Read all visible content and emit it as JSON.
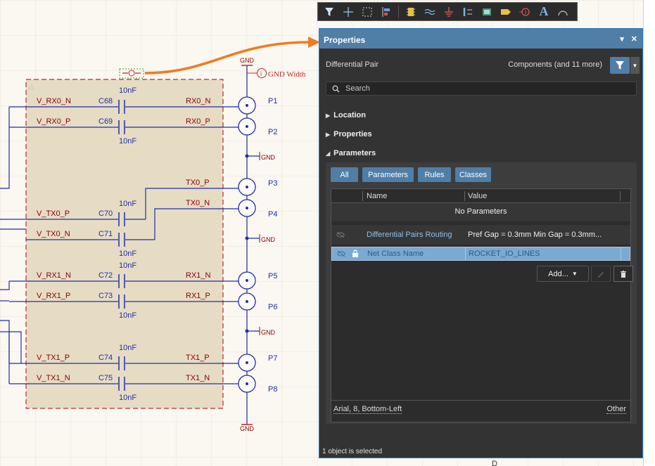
{
  "schematic": {
    "gnd_label": "GND",
    "gnd_width_label": "GND Width",
    "rule_marker": "i",
    "rows": [
      {
        "net": "V_RX0_N",
        "cap": "C68",
        "value": "10nF",
        "diff": "RX0_N",
        "port": "P1"
      },
      {
        "net": "V_RX0_P",
        "cap": "C69",
        "value": "10nF",
        "diff": "RX0_P",
        "port": "P2"
      },
      {
        "net": "V_TX0_P",
        "cap": "C70",
        "value": "10nF",
        "diff": "TX0_P",
        "port": "P3"
      },
      {
        "net": "V_TX0_N",
        "cap": "C71",
        "value": "10nF",
        "diff": "TX0_N",
        "port": "P4"
      },
      {
        "net": "V_RX1_N",
        "cap": "C72",
        "value": "10nF",
        "diff": "RX1_N",
        "port": "P5"
      },
      {
        "net": "V_RX1_P",
        "cap": "C73",
        "value": "10nF",
        "diff": "RX1_P",
        "port": "P6"
      },
      {
        "net": "V_TX1_P",
        "cap": "C74",
        "value": "10nF",
        "diff": "TX1_P",
        "port": "P7"
      },
      {
        "net": "V_TX1_N",
        "cap": "C75",
        "value": "10nF",
        "diff": "TX1_N",
        "port": "P8"
      }
    ],
    "colors": {
      "wire": "#1f2fa8",
      "net_label": "#8b0000",
      "region_fill": "#e6dcc4",
      "region_border": "#c0282a",
      "arrow": "#f07b20"
    }
  },
  "toolbar": {
    "icons": [
      "filter-icon",
      "crosshair-icon",
      "select-icon",
      "align-icon",
      "component-icon",
      "wire-icon",
      "power-port-icon",
      "bus-icon",
      "harness-icon",
      "port-icon",
      "directive-icon",
      "text-icon",
      "arc-icon"
    ],
    "text_glyph": "A"
  },
  "panel": {
    "title": "Properties",
    "object_type": "Differential Pair",
    "filter_summary": "Components (and 11 more)",
    "search_placeholder": "Search",
    "sections": {
      "location": "Location",
      "properties": "Properties",
      "parameters": "Parameters"
    },
    "tabs": [
      "All",
      "Parameters",
      "Rules",
      "Classes"
    ],
    "grid": {
      "col_name": "Name",
      "col_value": "Value",
      "empty_message": "No Parameters",
      "rows": [
        {
          "name": "Differential Pairs Routing",
          "value": "Pref Gap = 0.3mm   Min Gap  = 0.3mm..."
        },
        {
          "name": "Net Class Name",
          "value": "ROCKET_IO_LINES"
        }
      ]
    },
    "font_info": "Arial, 8, Bottom-Left",
    "other_link": "Other",
    "add_label": "Add...",
    "status": "1 object is selected",
    "accent": "#4f7ea7"
  },
  "edge_letter": "D"
}
